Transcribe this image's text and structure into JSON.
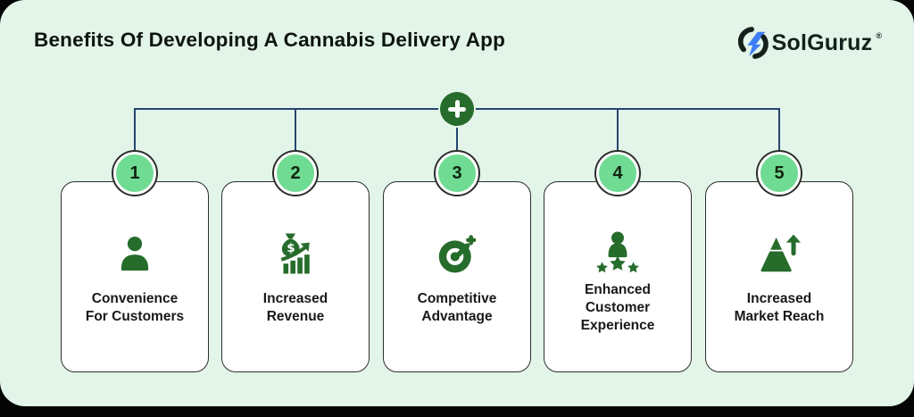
{
  "header": {
    "title": "Benefits Of Developing A Cannabis Delivery App",
    "brand": {
      "name": "SolGuruz",
      "registered_mark": "®"
    }
  },
  "colors": {
    "panel_bg": "#e2f5e8",
    "outer_bg": "#050505",
    "connector_line": "#27456e",
    "accent_green_dark": "#266c2b",
    "badge_green": "#70db93",
    "card_bg": "#ffffff",
    "text_dark": "#0d150e",
    "brand_blue": "#3d7df5"
  },
  "connector": {
    "plus_symbol": "+"
  },
  "cards": [
    {
      "number": "1",
      "icon": "person-icon",
      "label": "Convenience\nFor Customers"
    },
    {
      "number": "2",
      "icon": "money-growth-icon",
      "label": "Increased\nRevenue"
    },
    {
      "number": "3",
      "icon": "target-icon",
      "label": "Competitive\nAdvantage"
    },
    {
      "number": "4",
      "icon": "customer-rating-icon",
      "label": "Enhanced\nCustomer\nExperience"
    },
    {
      "number": "5",
      "icon": "market-growth-icon",
      "label": "Increased\nMarket Reach"
    }
  ]
}
